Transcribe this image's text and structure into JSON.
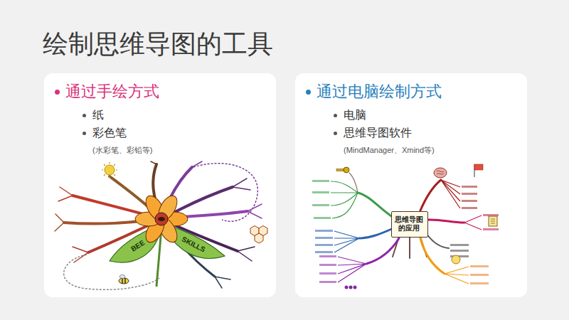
{
  "diagram": {
    "title": "绘制思维导图的工具",
    "nodes": [
      {
        "text": [
          "通过手绘方式",
          "纸",
          "彩色笔",
          "(水彩笔、彩铅等)"
        ]
      },
      {
        "text": [
          "通过电脑绘制方式",
          "电脑",
          "思维导图软件",
          "(MindManager、Xmind等)"
        ]
      },
      {
        "text": [
          "思维导图的应用"
        ],
        "in": 1
      }
    ],
    "labels": [
      "BEE",
      "SKILLS"
    ]
  }
}
